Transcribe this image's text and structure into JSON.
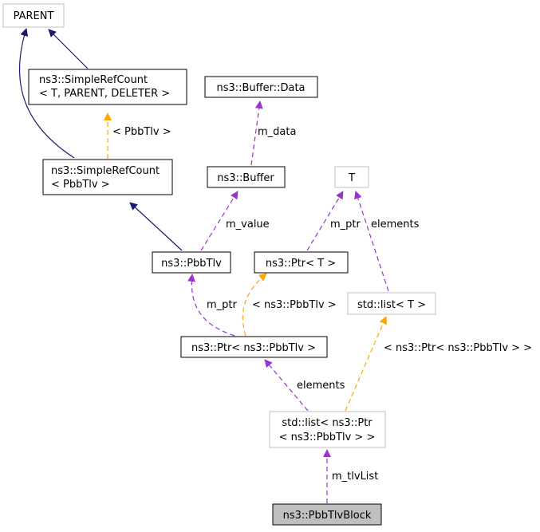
{
  "nodes": {
    "parent": {
      "lines": [
        "PARENT"
      ],
      "style": "template"
    },
    "simplerefcount_t": {
      "lines": [
        "ns3::SimpleRefCount",
        "< T, PARENT, DELETER >"
      ],
      "style": "normal"
    },
    "buffer_data": {
      "lines": [
        "ns3::Buffer::Data"
      ],
      "style": "normal"
    },
    "simplerefcount_pbbtlv": {
      "lines": [
        "ns3::SimpleRefCount",
        "< PbbTlv >"
      ],
      "style": "normal"
    },
    "buffer": {
      "lines": [
        "ns3::Buffer"
      ],
      "style": "normal"
    },
    "t": {
      "lines": [
        "T"
      ],
      "style": "template"
    },
    "pbbtlv": {
      "lines": [
        "ns3::PbbTlv"
      ],
      "style": "normal"
    },
    "ptr_t": {
      "lines": [
        "ns3::Ptr< T >"
      ],
      "style": "normal"
    },
    "list_t": {
      "lines": [
        "std::list< T >"
      ],
      "style": "template"
    },
    "ptr_pbbtlv": {
      "lines": [
        "ns3::Ptr< ns3::PbbTlv >"
      ],
      "style": "normal"
    },
    "list_ptr_pbbtlv": {
      "lines": [
        "std::list< ns3::Ptr",
        "< ns3::PbbTlv > >"
      ],
      "style": "template"
    },
    "pbbtlvblock": {
      "lines": [
        "ns3::PbbTlvBlock"
      ],
      "style": "focus"
    }
  },
  "edges": {
    "parent_to_simplerefcount_pbbtlv": {
      "kind": "inheritance",
      "label": ""
    },
    "parent_to_simplerefcount_t": {
      "kind": "inheritance",
      "label": ""
    },
    "simplerefcount_t_to_simplerefcount_pbbtlv": {
      "kind": "template",
      "label": "< PbbTlv >"
    },
    "buffer_data_to_buffer": {
      "kind": "usage",
      "label": "m_data"
    },
    "simplerefcount_pbbtlv_to_pbbtlv": {
      "kind": "inheritance",
      "label": ""
    },
    "buffer_to_pbbtlv": {
      "kind": "usage",
      "label": "m_value"
    },
    "t_to_ptr_t": {
      "kind": "usage",
      "label": "m_ptr"
    },
    "t_to_list_t": {
      "kind": "usage",
      "label": "elements"
    },
    "pbbtlv_to_ptr_pbbtlv": {
      "kind": "usage",
      "label": "m_ptr"
    },
    "ptr_t_to_ptr_pbbtlv": {
      "kind": "template",
      "label": "< ns3::PbbTlv >"
    },
    "list_t_to_list_ptr_pbbtlv": {
      "kind": "template",
      "label": "< ns3::Ptr< ns3::PbbTlv > >"
    },
    "ptr_pbbtlv_to_list_ptr_pbbtlv": {
      "kind": "usage",
      "label": "elements"
    },
    "list_ptr_pbbtlv_to_pbbtlvblock": {
      "kind": "usage",
      "label": "m_tlvList"
    }
  },
  "colors": {
    "inheritance": "#191970",
    "usage": "#9a32cd",
    "template": "#ffa500",
    "node_border": "#000000",
    "template_node_border": "#bfbfbf",
    "focus_fill": "#bfbfbf"
  }
}
